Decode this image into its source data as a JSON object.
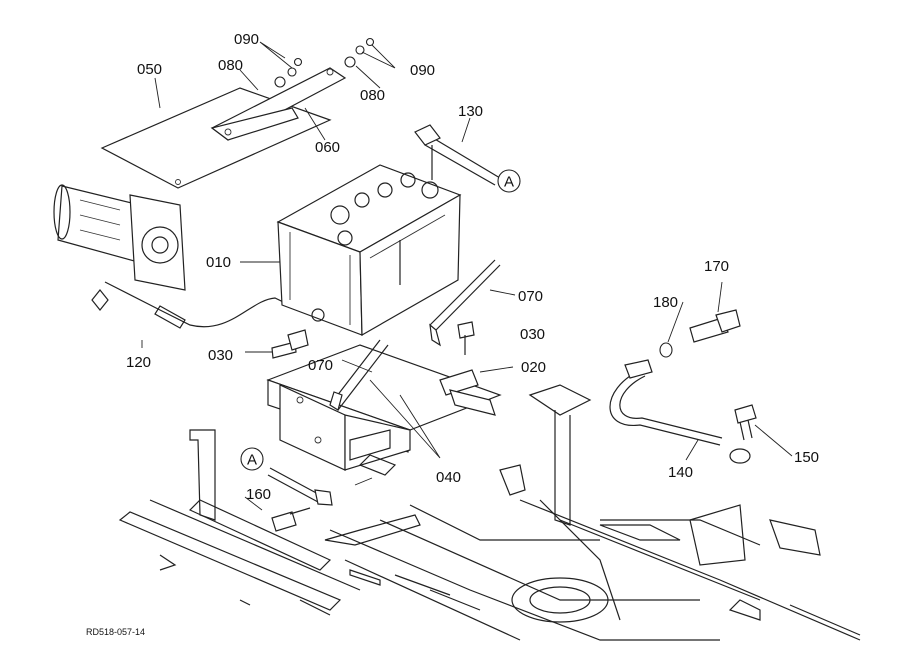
{
  "parts": [
    {
      "id": "p050",
      "number": "050"
    },
    {
      "id": "p080a",
      "number": "080"
    },
    {
      "id": "p090a",
      "number": "090"
    },
    {
      "id": "p090b",
      "number": "090"
    },
    {
      "id": "p080b",
      "number": "080"
    },
    {
      "id": "p060",
      "number": "060"
    },
    {
      "id": "p130",
      "number": "130"
    },
    {
      "id": "p010",
      "number": "010"
    },
    {
      "id": "p070a",
      "number": "070"
    },
    {
      "id": "p170",
      "number": "170"
    },
    {
      "id": "p180",
      "number": "180"
    },
    {
      "id": "p030a",
      "number": "030"
    },
    {
      "id": "p120",
      "number": "120"
    },
    {
      "id": "p030b",
      "number": "030"
    },
    {
      "id": "p070b",
      "number": "070"
    },
    {
      "id": "p020",
      "number": "020"
    },
    {
      "id": "p150",
      "number": "150"
    },
    {
      "id": "p140",
      "number": "140"
    },
    {
      "id": "p040",
      "number": "040"
    },
    {
      "id": "p160",
      "number": "160"
    }
  ],
  "connection_markers": [
    {
      "id": "refA1",
      "letter": "A"
    },
    {
      "id": "refA2",
      "letter": "A"
    }
  ],
  "drawing_code": "RD518-057-14"
}
